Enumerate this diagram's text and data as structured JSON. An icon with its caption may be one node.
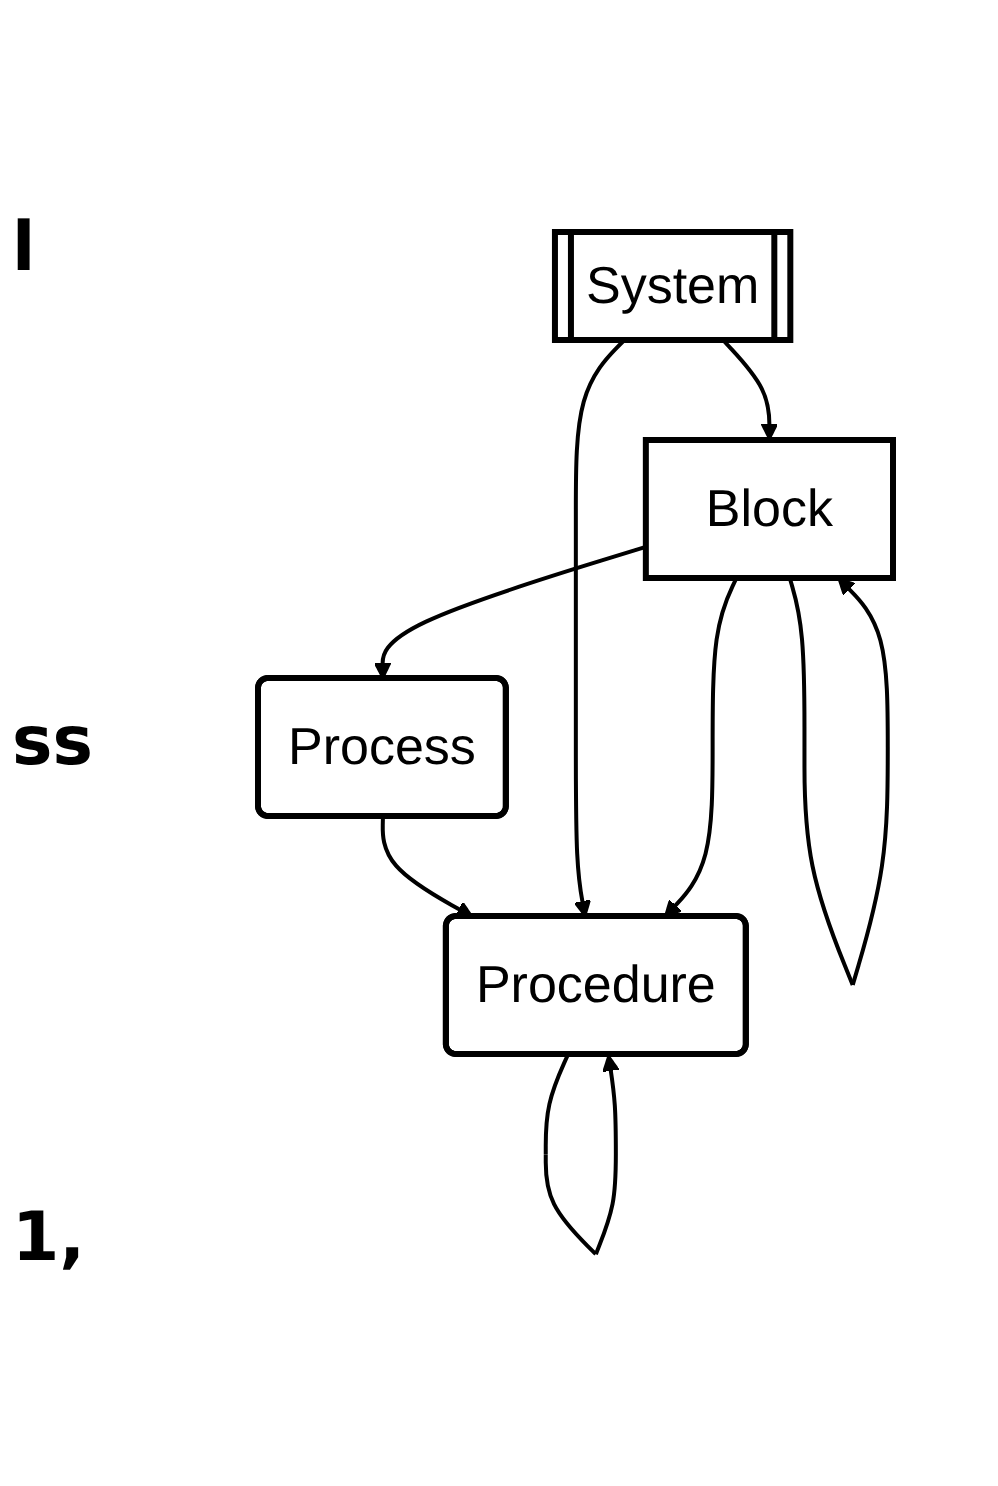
{
  "diagram": {
    "nodes": [
      {
        "text": [
          "System"
        ]
      },
      {
        "text": [
          "Block"
        ]
      },
      {
        "text": [
          "Process"
        ]
      },
      {
        "text": [
          "Procedure"
        ]
      }
    ],
    "edges": [
      {
        "from": 0,
        "to": 1,
        "arrow": "to"
      },
      {
        "from": 1,
        "to": 1,
        "arrow": "to"
      },
      {
        "from": 1,
        "to": 2,
        "arrow": "to"
      },
      {
        "from": 2,
        "to": 3,
        "arrow": "to"
      },
      {
        "from": 3,
        "to": 3,
        "arrow": "to"
      },
      {
        "from": 0,
        "to": 3,
        "arrow": "to"
      },
      {
        "from": 1,
        "to": 3,
        "arrow": "to"
      }
    ],
    "labels": [
      "l",
      "ss",
      "1,"
    ]
  }
}
